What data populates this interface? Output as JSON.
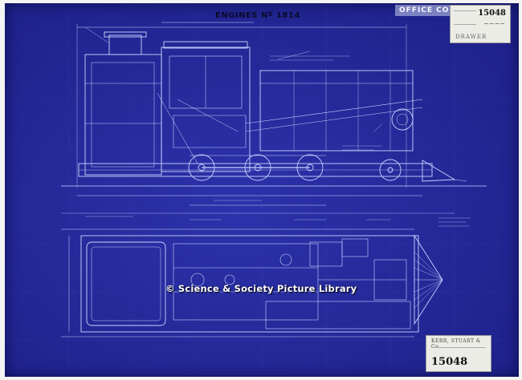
{
  "document": {
    "title": "ENGINES Nº 1814",
    "office_copy_stamp": "OFFICE COPY",
    "top_label": {
      "number": "15048",
      "signature": "signature",
      "drawer_word": "DRAWER"
    },
    "bottom_label": {
      "firm": "KERR, STUART & Co.",
      "number": "15048"
    },
    "watermark": "© Science & Society Picture Library"
  },
  "colors": {
    "paper": "#23279a",
    "lines": "#c9d4ff",
    "label_paper": "#ecece6"
  }
}
